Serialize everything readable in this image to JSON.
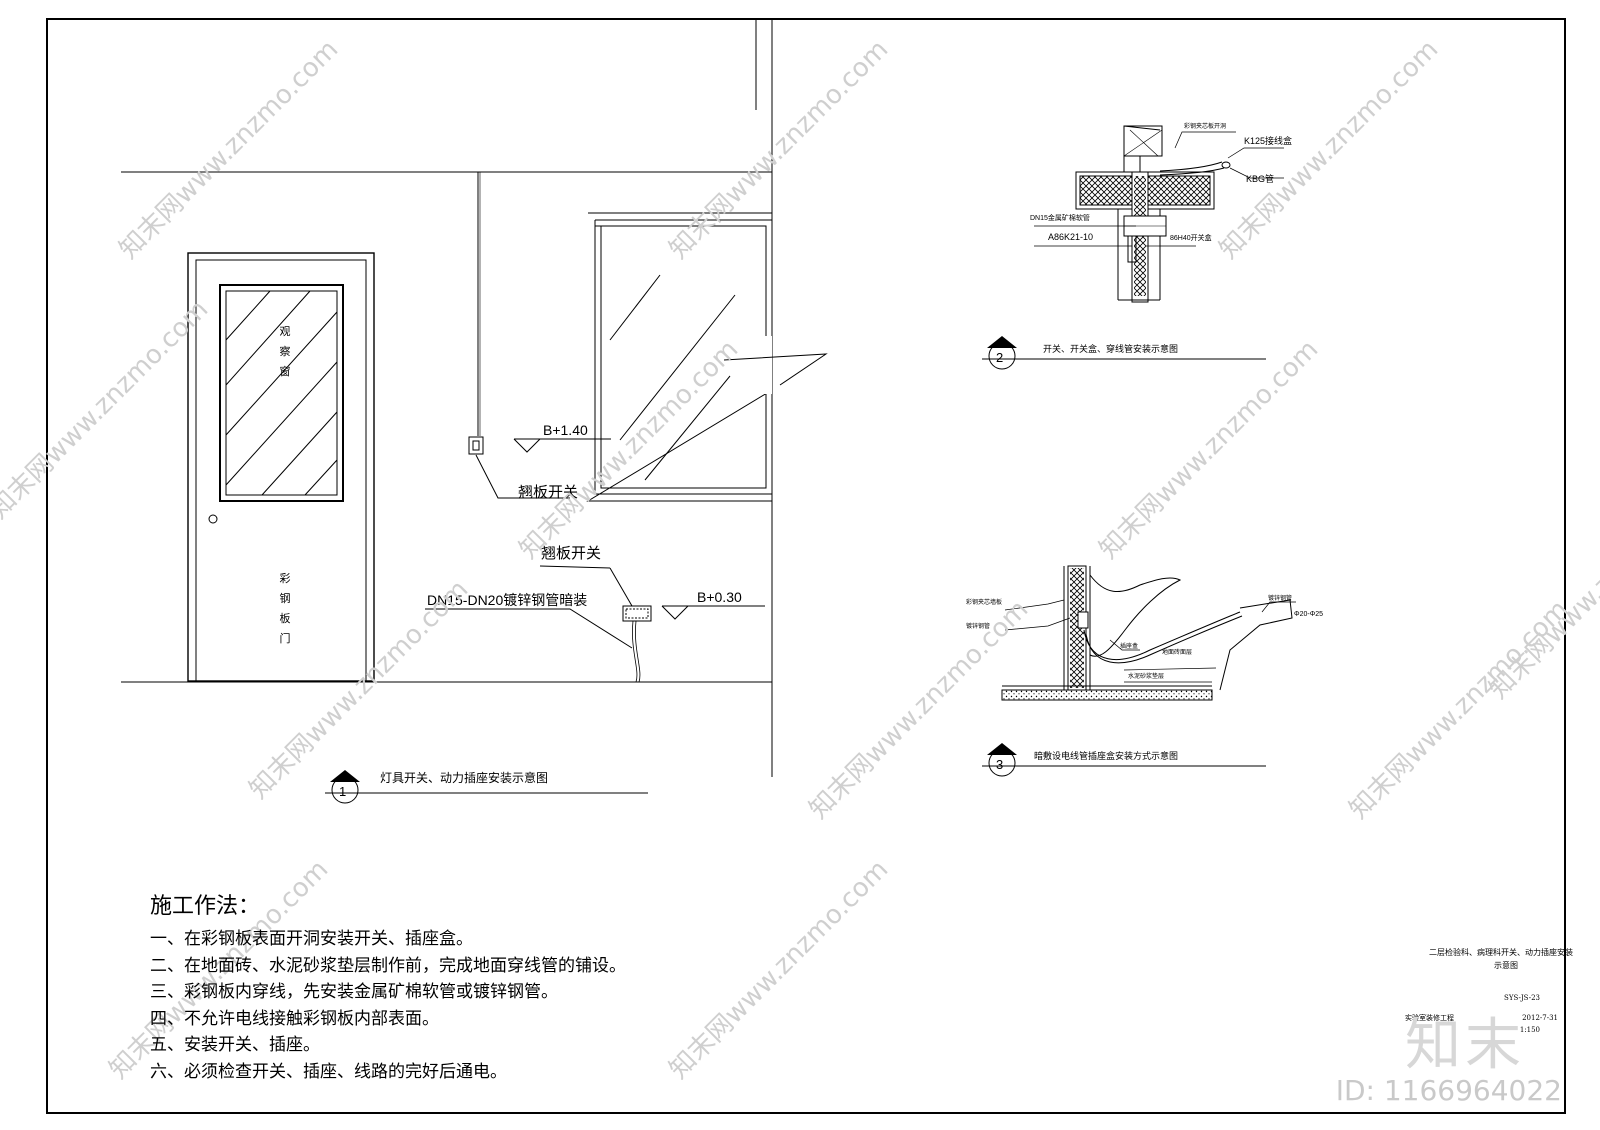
{
  "watermark": {
    "text": "知末网www.znzmo.com",
    "brand": "知末",
    "id_label": "ID: 1166964022"
  },
  "detail1": {
    "number": "1",
    "title": "灯具开关、动力插座安装示意图",
    "window_label": "观察窗",
    "door_label": "彩钢板门",
    "level_upper": "B+1.40",
    "level_lower": "B+0.30",
    "switch_label_upper": "翘板开关",
    "switch_label_lower": "翘板开关",
    "conduit_label": "DN15-DN20镀锌钢管暗装"
  },
  "detail2": {
    "number": "2",
    "title": "开关、开关盒、穿线管安装示意图",
    "labels": {
      "top": "彩钢夹芯板开洞",
      "k125": "K125接线盒",
      "kbg": "KBG管",
      "dn15": "DN15金属矿棉软管",
      "a86": "A86K21-10",
      "h40": "86H40开关盒"
    }
  },
  "detail3": {
    "number": "3",
    "title": "暗敷设电线管插座盒安装方式示意图",
    "labels": {
      "panel": "彩钢夹芯墙板",
      "pipe_left": "镀锌钢管",
      "socket_box": "插座盒",
      "pipe_right": "镀锌钢管",
      "dia": "Φ20-Φ25",
      "floor_tile": "地面砖面层",
      "mortar": "水泥砂浆垫层"
    }
  },
  "notes": {
    "title": "施工作法：",
    "items": [
      "一、在彩钢板表面开洞安装开关、插座盒。",
      "二、在地面砖、水泥砂浆垫层制作前，完成地面穿线管的铺设。",
      "三、彩钢板内穿线，先安装金属矿棉软管或镀锌钢管。",
      "四、不允许电线接触彩钢板内部表面。",
      "五、安装开关、插座。",
      "六、必须检查开关、插座、线路的完好后通电。"
    ]
  },
  "title_block": {
    "drawing_title_1": "二层检验科、病理科开关、动力插座安装",
    "drawing_title_2": "示意图",
    "drawing_no": "SYS-JS-23",
    "date": "2012-7-31",
    "scale": "1:150",
    "company": "实验室装修工程"
  }
}
